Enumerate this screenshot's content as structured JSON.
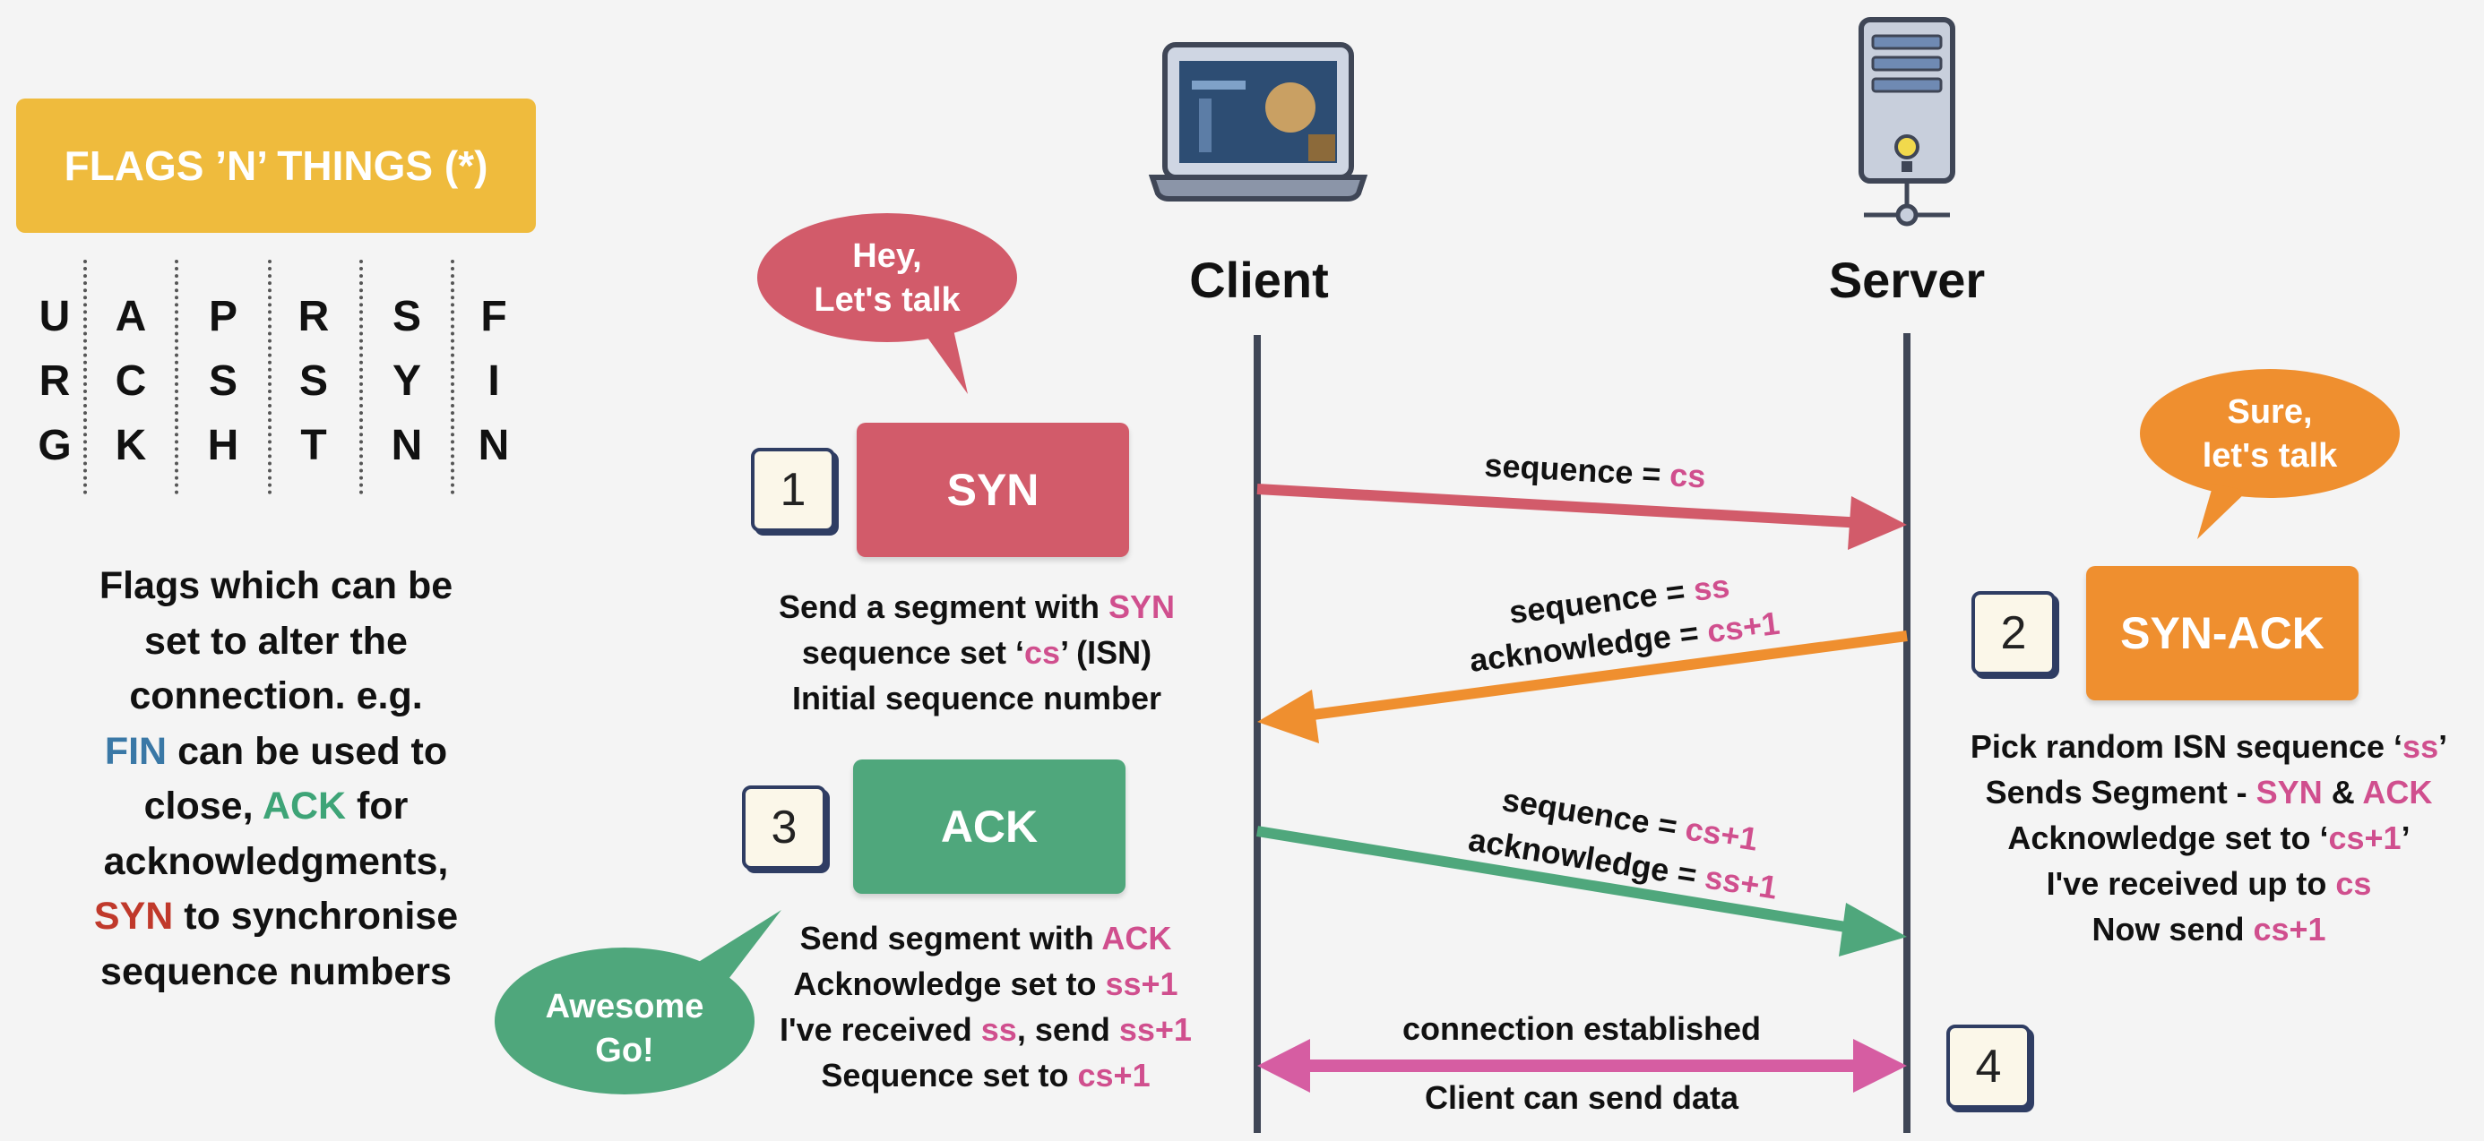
{
  "flags": {
    "title": "FLAGS ’N’ THINGS (*)",
    "columns": [
      [
        "U",
        "R",
        "G"
      ],
      [
        "A",
        "C",
        "K"
      ],
      [
        "P",
        "S",
        "H"
      ],
      [
        "R",
        "S",
        "T"
      ],
      [
        "S",
        "Y",
        "N"
      ],
      [
        "F",
        "I",
        "N"
      ]
    ],
    "description": {
      "l1": "Flags which can be",
      "l2": "set to alter the",
      "l3": "connection. e.g.",
      "fin": "FIN",
      "l4_rest": " can be used to",
      "l5_pre": "close, ",
      "ack": "ACK",
      "l5_post": " for",
      "l6": "acknowledgments,",
      "syn": "SYN",
      "l7_rest": " to synchronise",
      "l8": "sequence numbers"
    }
  },
  "colors": {
    "syn": "#d25b6a",
    "syn_ack": "#ef8f2f",
    "ack": "#4fa77c",
    "established": "#d65da2",
    "flag_title_bg": "#efbb3d",
    "fin_text": "#3a78a6",
    "ack_text": "#3ea477",
    "syn_text": "#c0392b"
  },
  "client": {
    "label": "Client",
    "icon": "laptop-icon"
  },
  "server": {
    "label": "Server",
    "icon": "server-tower-icon"
  },
  "bubbles": {
    "client_hey": [
      "Hey,",
      "Let's talk"
    ],
    "server_sure": [
      "Sure,",
      "let's talk"
    ],
    "client_awesome": [
      "Awesome",
      "Go!"
    ]
  },
  "steps": {
    "s1": {
      "num": "1",
      "label": "SYN",
      "cap1_pre": "Send a segment with ",
      "cap1_hl": "SYN",
      "cap2_pre": "sequence set ‘",
      "cap2_hl": "cs",
      "cap2_post": "’ (ISN)",
      "cap3": "Initial sequence number"
    },
    "s2": {
      "num": "2",
      "label": "SYN-ACK",
      "cap1_pre": "Pick random ISN sequence ‘",
      "cap1_hl": "ss",
      "cap1_post": "’",
      "cap2_pre": "Sends Segment - ",
      "cap2_hl1": "SYN",
      "cap2_mid": " & ",
      "cap2_hl2": "ACK",
      "cap3_pre": "Acknowledge set to ‘",
      "cap3_hl": "cs+1",
      "cap3_post": "’",
      "cap4_pre": "I've received up to ",
      "cap4_hl": "cs",
      "cap5_pre": "Now send ",
      "cap5_hl": "cs+1"
    },
    "s3": {
      "num": "3",
      "label": "ACK",
      "cap1_pre": "Send segment with ",
      "cap1_hl": "ACK",
      "cap2_pre": "Acknowledge set to ",
      "cap2_hl": "ss+1",
      "cap3_pre": "I've received ",
      "cap3_hl1": "ss",
      "cap3_mid": ", send ",
      "cap3_hl2": "ss+1",
      "cap4_pre": "Sequence set to ",
      "cap4_hl": "cs+1"
    },
    "s4": {
      "num": "4"
    }
  },
  "arrows": {
    "syn": {
      "seq_pre": "sequence = ",
      "seq_hl": "cs"
    },
    "syn_ack": {
      "seq_pre": "sequence = ",
      "seq_hl": "ss",
      "ack_pre": "acknowledge = ",
      "ack_hl": "cs+1"
    },
    "ack": {
      "seq_pre": "sequence = ",
      "seq_hl": "cs+1",
      "ack_pre": "acknowledge = ",
      "ack_hl": "ss+1"
    },
    "established": {
      "top": "connection established",
      "bottom": "Client can send data"
    }
  }
}
